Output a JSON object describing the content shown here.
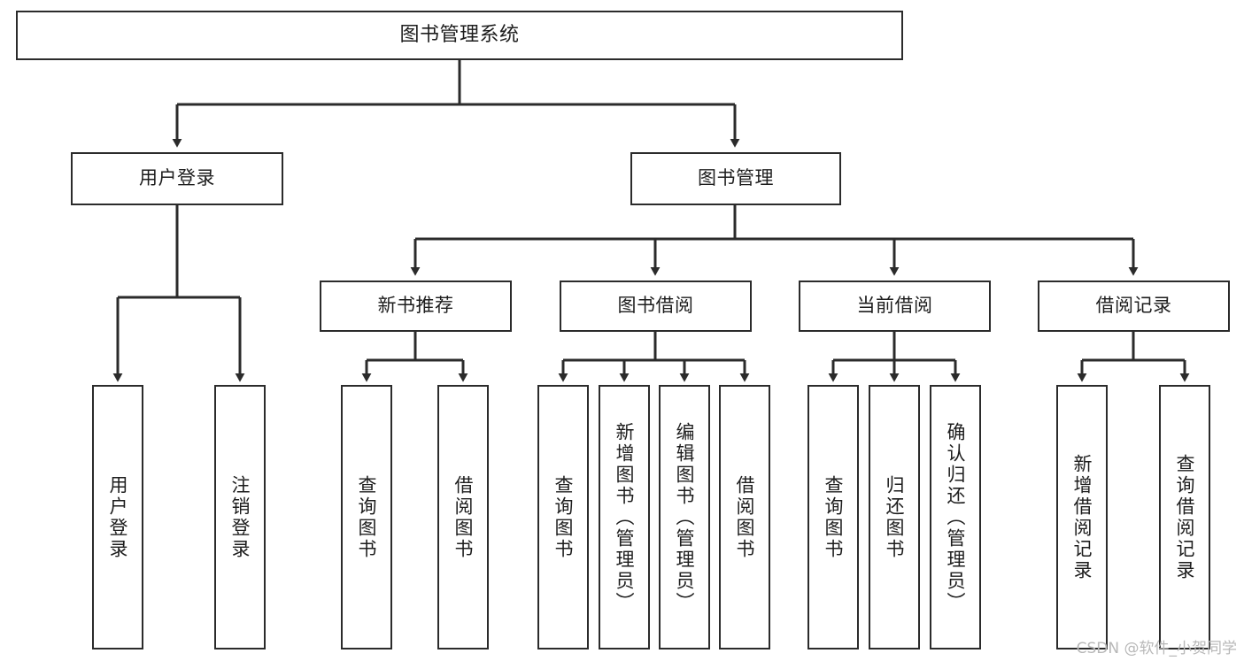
{
  "diagram": {
    "type": "tree-hierarchy",
    "title": "图书管理系统",
    "orientation": "top-down",
    "colors": {
      "box_border": "#2b2b2b",
      "box_fill": "#ffffff",
      "edge": "#2b2b2b",
      "text": "#1d1d1d",
      "watermark": "#b8b8b8",
      "background": "#ffffff"
    },
    "levels": [
      {
        "level": 1,
        "nodes": [
          {
            "id": "root",
            "label": "图书管理系统"
          }
        ]
      },
      {
        "level": 2,
        "nodes": [
          {
            "id": "login",
            "label": "用户登录"
          },
          {
            "id": "bookmgmt",
            "label": "图书管理"
          }
        ]
      },
      {
        "level": 3,
        "nodes": [
          {
            "id": "newbook",
            "label": "新书推荐"
          },
          {
            "id": "borrow",
            "label": "图书借阅"
          },
          {
            "id": "current",
            "label": "当前借阅"
          },
          {
            "id": "records",
            "label": "借阅记录"
          }
        ]
      },
      {
        "level": 4,
        "nodes": [
          {
            "id": "leaf1",
            "label": "用户登录",
            "parent": "login"
          },
          {
            "id": "leaf2",
            "label": "注销登录",
            "parent": "login"
          },
          {
            "id": "leaf3",
            "label": "查询图书",
            "parent": "newbook"
          },
          {
            "id": "leaf4",
            "label": "借阅图书",
            "parent": "newbook"
          },
          {
            "id": "leaf5",
            "label": "查询图书",
            "parent": "borrow"
          },
          {
            "id": "leaf6",
            "label": "新增图书（管理员）",
            "parent": "borrow"
          },
          {
            "id": "leaf7",
            "label": "编辑图书（管理员）",
            "parent": "borrow"
          },
          {
            "id": "leaf8",
            "label": "借阅图书",
            "parent": "borrow"
          },
          {
            "id": "leaf9",
            "label": "查询图书",
            "parent": "current"
          },
          {
            "id": "leaf10",
            "label": "归还图书",
            "parent": "current"
          },
          {
            "id": "leaf11",
            "label": "确认归还（管理员）",
            "parent": "current"
          },
          {
            "id": "leaf12",
            "label": "新增借阅记录",
            "parent": "records"
          },
          {
            "id": "leaf13",
            "label": "查询借阅记录",
            "parent": "records"
          }
        ]
      }
    ]
  },
  "watermark": {
    "text": "CSDN @软件_小贺同学"
  }
}
